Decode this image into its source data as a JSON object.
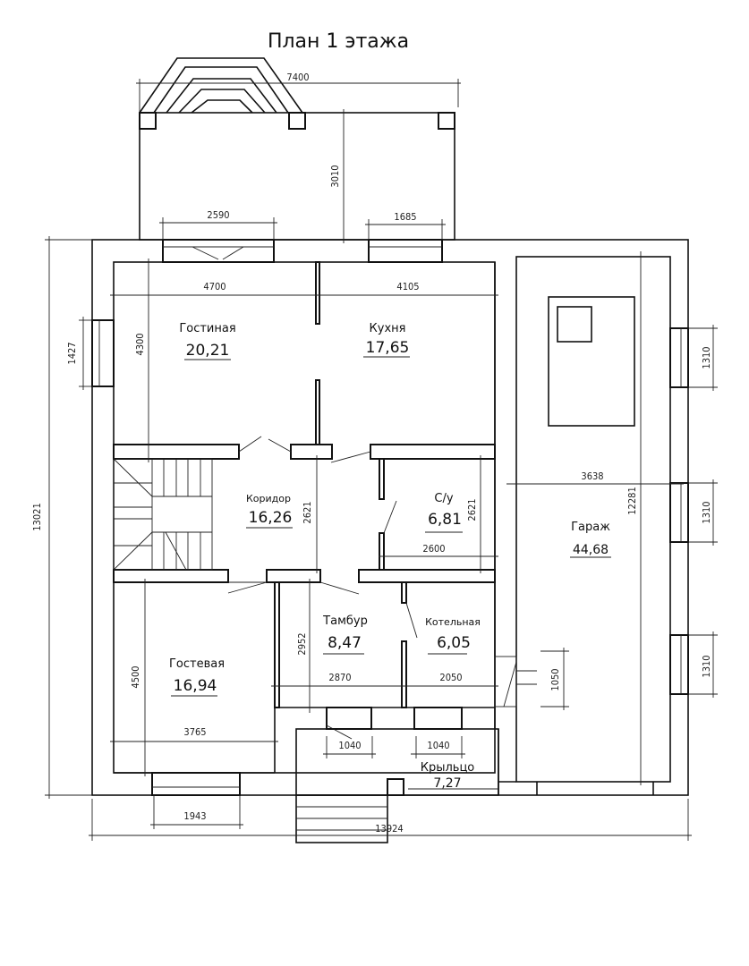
{
  "title": "План 1 этажа",
  "rooms": [
    {
      "name": "Гостиная",
      "area": "20,21"
    },
    {
      "name": "Кухня",
      "area": "17,65"
    },
    {
      "name": "Коридор",
      "area": "16,26"
    },
    {
      "name": "С/у",
      "area": "6,81"
    },
    {
      "name": "Тамбур",
      "area": "8,47"
    },
    {
      "name": "Котельная",
      "area": "6,05"
    },
    {
      "name": "Гостевая",
      "area": "16,94"
    },
    {
      "name": "Гараж",
      "area": "44,68"
    },
    {
      "name": "Крыльцо",
      "area": "7,27"
    }
  ],
  "dimensions": [
    "7400",
    "3010",
    "2590",
    "1685",
    "13021",
    "1427",
    "4300",
    "4700",
    "4105",
    "2621",
    "2621",
    "2600",
    "3638",
    "12281",
    "1310",
    "1310",
    "1310",
    "1050",
    "2952",
    "2870",
    "2050",
    "4500",
    "3765",
    "1040",
    "1040",
    "1943",
    "13924"
  ]
}
